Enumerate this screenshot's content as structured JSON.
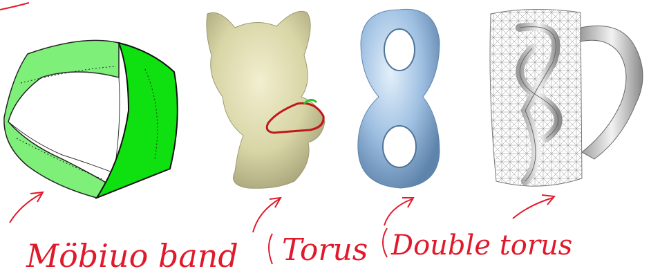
{
  "labels": {
    "mobius": "Möbiuo band",
    "torus": "Torus",
    "double_torus": "Double torus"
  },
  "figures": [
    {
      "name": "Möbius band",
      "kind": "surface",
      "color": "#7ef07a"
    },
    {
      "name": "cat figurine",
      "kind": "surface",
      "color": "#d8d5a6"
    },
    {
      "name": "double torus",
      "kind": "surface",
      "color": "#9fc0e2"
    },
    {
      "name": "knotted mug",
      "kind": "surface",
      "color": "#bdbdbd"
    }
  ],
  "colors": {
    "ink": "#e0192b",
    "mobius_light": "#7ef07a",
    "mobius_dark": "#0fe00f",
    "cat": "#d8d5a6",
    "cat_loop": "#c0161c",
    "cat_loop_green": "#2fbf2f",
    "double_torus": "#9fc0e2",
    "mug": "#bdbdbd"
  }
}
